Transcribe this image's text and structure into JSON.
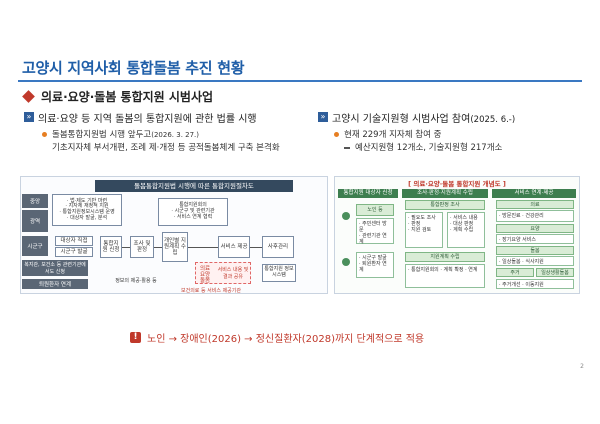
{
  "title": "고양시 지역사회 통합돌봄 추진 현황",
  "subheading": "의료·요양·돌봄 통합지원 시범사업",
  "left": {
    "heading": "의료·요양 등 지역 돌봄의 통합지원에 관한 법률 시행",
    "bullet_main": "돌봄통합지원법 시행 앞두고",
    "bullet_date": "(2026. 3. 27.)",
    "bullet_sub": "기초지자체 부서개편, 조례 제·개정 등 공적돌봄체계 구축 본격화",
    "diagram": {
      "title": "돌봄통합지원법 시행에 따른 통합지원절차도",
      "row_labels": [
        "중앙",
        "광역",
        "시군구",
        "복지관, 보건소 등 관련기관에서도 신청",
        "퇴원환자 연계"
      ],
      "steps": [
        "통합지원 신청",
        "조사 및 판정",
        "개인별 지원계획 수립",
        "서비스 제공",
        "사후관리"
      ],
      "applicant": "대상자 직접",
      "applicant_2": "시군구 발굴",
      "center_text": "통합지원회의",
      "bottom_bar": "보건의료 등 서비스 제공기관",
      "info_sharing": "정보의 제공·활용 등",
      "system": "통합지원 정보시스템",
      "red_labels": [
        "의료",
        "요양",
        "돌봄",
        "서비스 내용 및 결과 공유"
      ]
    }
  },
  "right": {
    "heading": "고양시 기술지원형 시범사업 참여",
    "heading_date": "(2025. 6.-)",
    "bullet_main": "현재 229개 지자체 참여 중",
    "bullet_sub": "예산지원형 12개소, 기술지원형 217개소",
    "diagram": {
      "title": "[ 의료·요양·돌봄 통합지원 개념도 ]",
      "col_heads": [
        "통합지원 대상자 신청",
        "조사·판정·지원계획 수립",
        "서비스 연계·제공"
      ],
      "cards": [
        "노인 등",
        "통합판정 조사",
        "지원계획 수립",
        "의료",
        "요양",
        "돌봄",
        "주거",
        "일상생활돌봄"
      ]
    }
  },
  "footer": "노인 → 장애인(2026) → 정신질환자(2028)까지 단계적으로 적용",
  "page_number": "2"
}
